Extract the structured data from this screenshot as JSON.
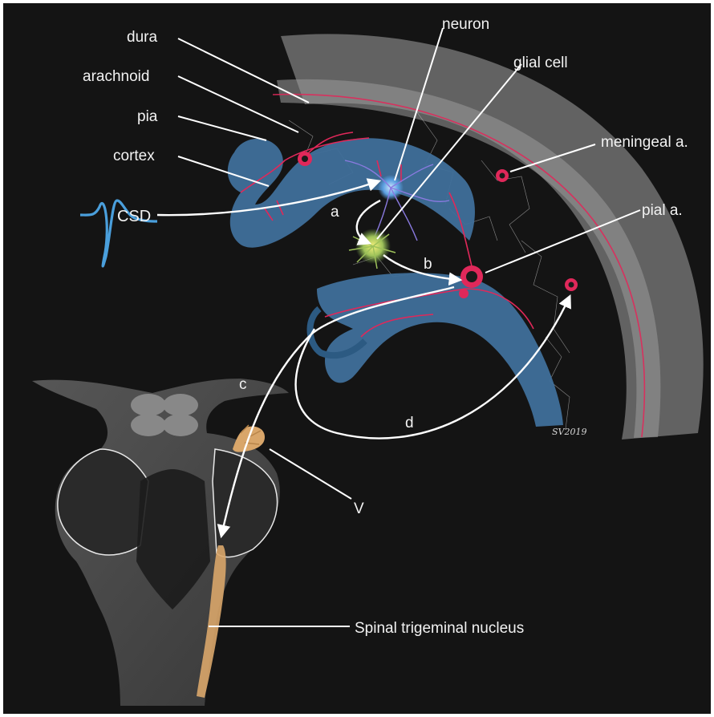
{
  "labels": {
    "dura": "dura",
    "arachnoid": "arachnoid",
    "pia": "pia",
    "cortex": "cortex",
    "csd": "CSD",
    "neuron": "neuron",
    "glial_cell": "glial cell",
    "meningeal_a": "meningeal a.",
    "pial_a": "pial a.",
    "a": "a",
    "b": "b",
    "c": "c",
    "d": "d",
    "v": "V",
    "spinal_trigeminal_nucleus": "Spinal trigeminal nucleus",
    "signature": "SV2019"
  },
  "colors": {
    "background": "#141414",
    "cortex": "#3f6f9a",
    "vessel": "#e0285a",
    "csd_trace": "#4a9fdc",
    "nucleus": "#d9a66a",
    "label": "#f2f2f2"
  }
}
